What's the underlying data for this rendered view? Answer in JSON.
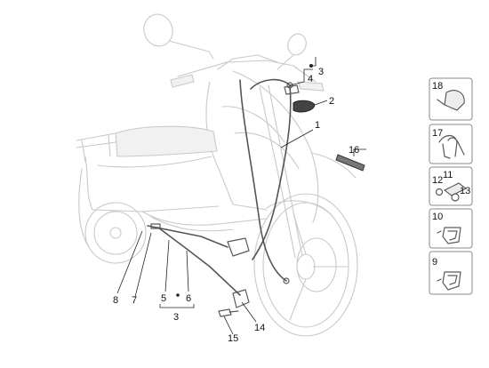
{
  "callouts": {
    "c1": "1",
    "c2": "2",
    "c3_top": "3",
    "c4": "4",
    "c5": "5",
    "c6": "6",
    "c3_bottom": "3",
    "c7": "7",
    "c8": "8",
    "c14": "14",
    "c15": "15",
    "c16": "16"
  },
  "side_boxes": {
    "b18": "18",
    "b17": "17",
    "b12": "12",
    "b11": "11",
    "b13": "13",
    "b10": "10",
    "b9": "9"
  },
  "colors": {
    "ghost": "#c9c9c9",
    "part": "#5a5a5a",
    "label": "#111111"
  }
}
